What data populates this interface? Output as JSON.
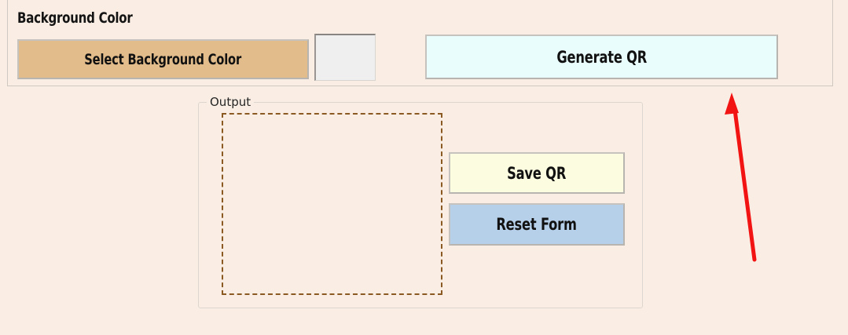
{
  "app": {
    "background_color": "#faeee4"
  },
  "background_section": {
    "title": "Background Color",
    "select_button_label": "Select Background Color",
    "select_button_color": "#e2bc8b",
    "swatch_color": "#efefef",
    "generate_button_label": "Generate QR",
    "generate_button_color": "#eafdfd"
  },
  "output_section": {
    "legend": "Output",
    "preview_placeholder": "",
    "preview_border_color": "#8a5a22",
    "save_button_label": "Save QR",
    "save_button_color": "#fcfce0",
    "reset_button_label": "Reset Form",
    "reset_button_color": "#b7d0ea"
  },
  "annotation": {
    "arrow_color": "#f21313",
    "arrow_points_to": "Generate QR"
  }
}
